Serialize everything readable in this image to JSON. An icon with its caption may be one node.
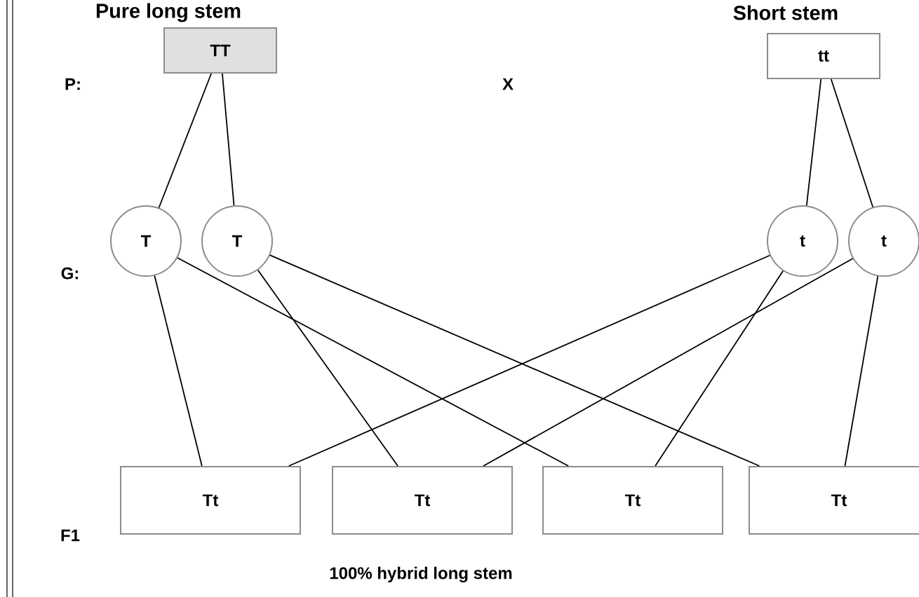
{
  "diagram": {
    "nodes": [
      {
        "text": [
          "TT"
        ]
      },
      {
        "text": [
          "tt"
        ]
      },
      {
        "text": [
          "T"
        ]
      },
      {
        "text": [
          "T"
        ]
      },
      {
        "text": [
          "t"
        ]
      },
      {
        "text": [
          "t"
        ]
      },
      {
        "text": [
          "Tt"
        ]
      },
      {
        "text": [
          "Tt"
        ]
      },
      {
        "text": [
          "Tt"
        ]
      },
      {
        "text": [
          "Tt"
        ]
      }
    ],
    "edges": [
      {
        "from": 0,
        "to": 2,
        "arrow": "none"
      },
      {
        "from": 0,
        "to": 3,
        "arrow": "none"
      },
      {
        "from": 1,
        "to": 4,
        "arrow": "none"
      },
      {
        "from": 1,
        "to": 5,
        "arrow": "none"
      },
      {
        "from": 2,
        "to": 6,
        "arrow": "none"
      },
      {
        "from": 2,
        "to": 8,
        "arrow": "none"
      },
      {
        "from": 3,
        "to": 7,
        "arrow": "none"
      },
      {
        "from": 3,
        "to": 9,
        "arrow": "none"
      },
      {
        "from": 4,
        "to": 6,
        "arrow": "none"
      },
      {
        "from": 4,
        "to": 8,
        "arrow": "none"
      },
      {
        "from": 5,
        "to": 7,
        "arrow": "none"
      },
      {
        "from": 5,
        "to": 9,
        "arrow": "none"
      }
    ],
    "labels": [
      "Pure long stem",
      "Short stem",
      "P:",
      "X",
      "G:",
      "F1",
      "100% hybrid long stem"
    ]
  }
}
